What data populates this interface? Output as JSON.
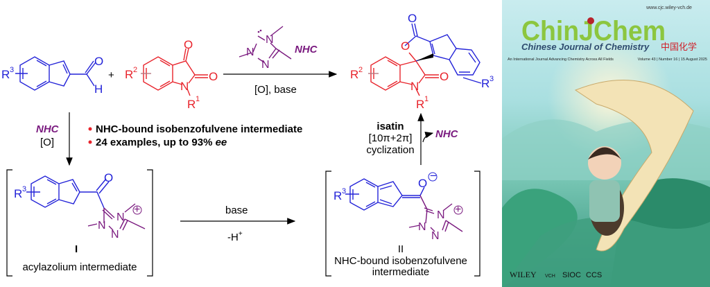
{
  "scheme": {
    "substituents": {
      "r1": "R",
      "r2": "R",
      "r3": "R",
      "sup1": "1",
      "sup2": "2",
      "sup3": "3"
    },
    "atoms": {
      "o": "O",
      "n": "N",
      "h": "H"
    },
    "plus": "+",
    "main_arrow": {
      "catalyst": "NHC",
      "conditions": "[O], base"
    },
    "step1": {
      "catalyst": "NHC",
      "conditions": "[O]"
    },
    "highlights": [
      "NHC-bound isobenzofulvene intermediate",
      "24 examples, up to 93% ",
      "ee"
    ],
    "intermediate_1": {
      "label": "I",
      "name": "acylazolium intermediate"
    },
    "step2": {
      "reagent": "base",
      "loss": "-H",
      "loss_charge": "+"
    },
    "intermediate_2": {
      "label": "II",
      "name_line1": "NHC-bound isobenzofulvene",
      "name_line2": "intermediate"
    },
    "step3": {
      "reagent": "isatin",
      "type": "[10π+2π]",
      "process": "cyclization",
      "released": "NHC"
    },
    "charges": {
      "plus": "+",
      "minus": "−"
    }
  },
  "cover": {
    "url": "www.cjc.wiley-vch.de",
    "logo": "ChinJChem",
    "subtitle": "Chinese Journal of Chemistry",
    "chinese_title": "中国化学",
    "tagline": "An International Journal Advancing Chemistry Across All Fields",
    "issue": "Volume 43 | Number 16 | 15 August 2025",
    "publishers": [
      "WILEY",
      "VCH",
      "SIOC",
      "CCS"
    ],
    "colors": {
      "logo": "#8cc63f",
      "sky": "#bfe6ea",
      "leaf": "#2f9a7a"
    }
  }
}
